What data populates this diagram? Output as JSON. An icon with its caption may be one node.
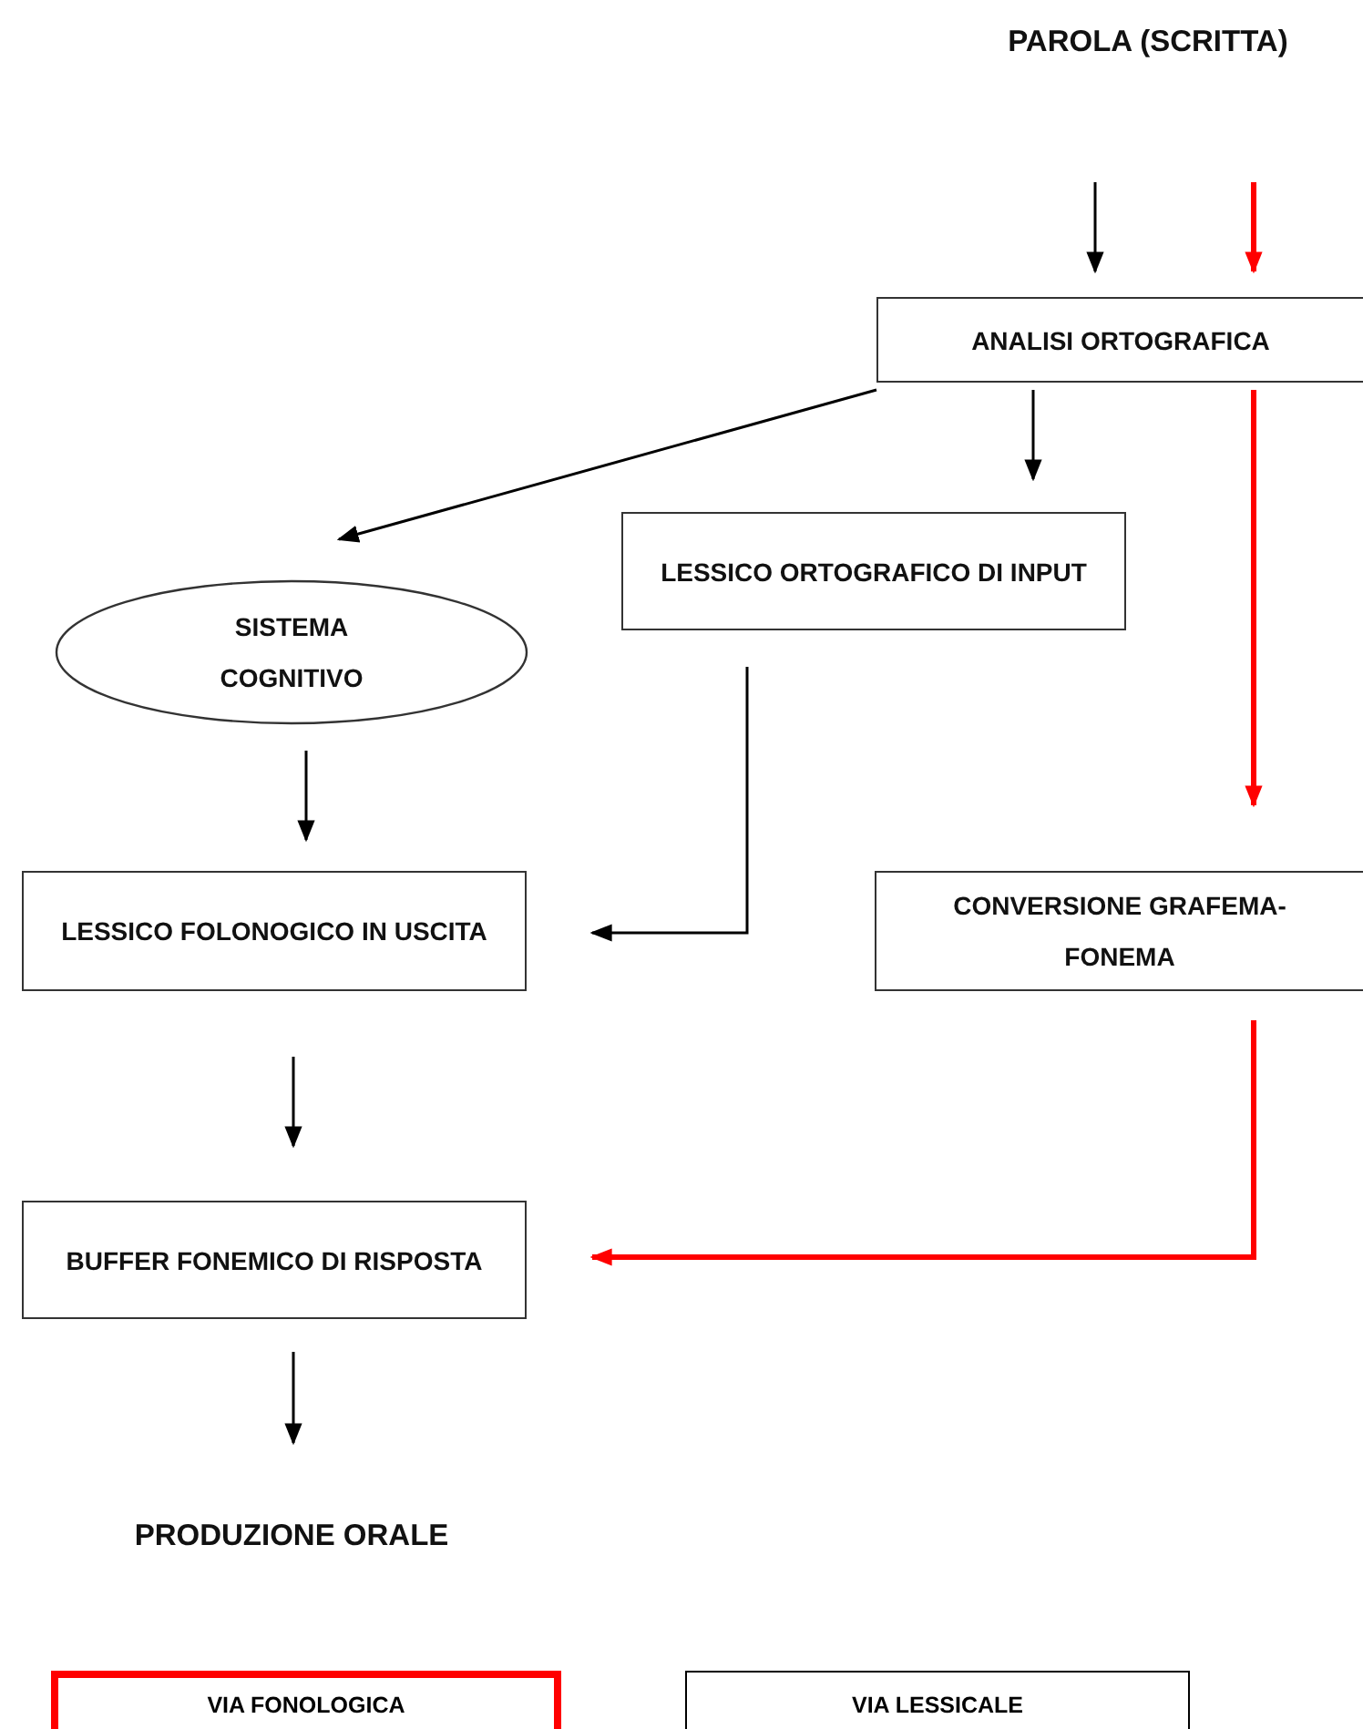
{
  "diagram": {
    "nodes": [
      {
        "text": [
          "PAROLA (SCRITTA)"
        ]
      },
      {
        "text": [
          "ANALISI ORTOGRAFICA"
        ]
      },
      {
        "text": [
          "LESSICO ORTOGRAFICO DI INPUT"
        ]
      },
      {
        "text": [
          "SISTEMA COGNITIVO"
        ]
      },
      {
        "text": [
          "LESSICO FOLONOGICO IN USCITA"
        ]
      },
      {
        "text": [
          "CONVERSIONE GRAFEMA-FONEMA"
        ]
      },
      {
        "text": [
          "BUFFER FONEMICO DI RISPOSTA"
        ]
      },
      {
        "text": [
          "PRODUZIONE ORALE"
        ]
      }
    ],
    "edges": [
      {
        "from": 0,
        "to": 1,
        "arrow": "to"
      },
      {
        "from": 0,
        "to": 1,
        "arrow": "to",
        "style": "thick",
        "color": "#ff0000"
      },
      {
        "from": 1,
        "to": 3,
        "arrow": "to"
      },
      {
        "from": 1,
        "to": 2,
        "arrow": "to"
      },
      {
        "from": 1,
        "to": 5,
        "arrow": "to",
        "style": "thick",
        "color": "#ff0000"
      },
      {
        "from": 3,
        "to": 4,
        "arrow": "to"
      },
      {
        "from": 2,
        "to": 4,
        "arrow": "to"
      },
      {
        "from": 4,
        "to": 6,
        "arrow": "to"
      },
      {
        "from": 5,
        "to": 6,
        "arrow": "to",
        "style": "thick",
        "color": "#ff0000"
      },
      {
        "from": 6,
        "to": 7,
        "arrow": "to"
      }
    ],
    "legend": [
      {
        "text": "VIA FONOLOGICA",
        "color": "#ff0000"
      },
      {
        "text": "VIA LESSICALE",
        "color": "#000000"
      }
    ]
  }
}
